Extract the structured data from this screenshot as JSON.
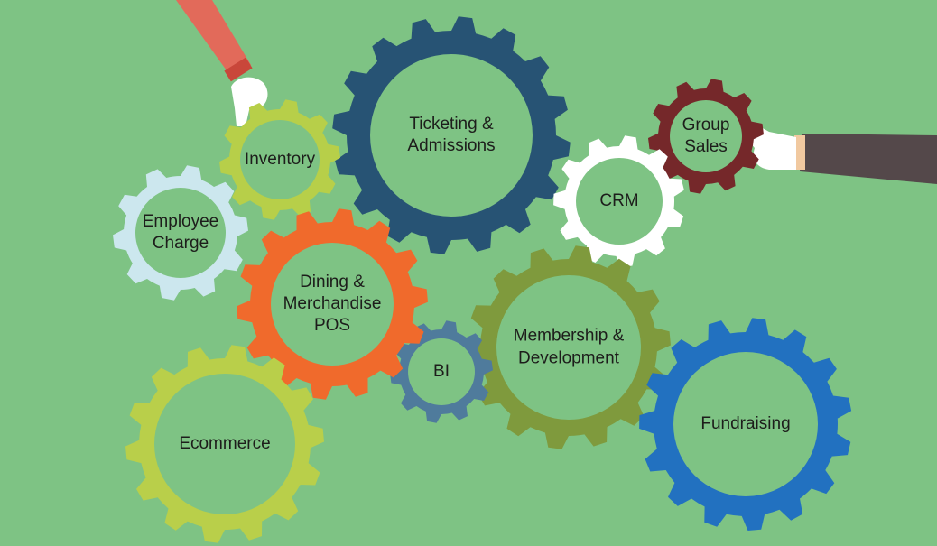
{
  "background": "#7ec384",
  "gears": [
    {
      "id": "ticketing",
      "lines": [
        "Ticketing &",
        "Admissions"
      ],
      "color": "#275374",
      "inner": "#7ec384"
    },
    {
      "id": "inventory",
      "lines": [
        "Inventory"
      ],
      "color": "#b7cf49",
      "inner": "#7ec384"
    },
    {
      "id": "employee-charge",
      "lines": [
        "Employee",
        "Charge"
      ],
      "color": "#cce7ee",
      "inner": "#7ec384"
    },
    {
      "id": "dining",
      "lines": [
        "Dining &",
        "Merchandise",
        "POS"
      ],
      "color": "#f06a2c",
      "inner": "#7ec384"
    },
    {
      "id": "bi",
      "lines": [
        "BI"
      ],
      "color": "#4f7b9c",
      "inner": "#7ec384"
    },
    {
      "id": "crm",
      "lines": [
        "CRM"
      ],
      "color": "#ffffff",
      "inner": "#7ec384"
    },
    {
      "id": "group-sales",
      "lines": [
        "Group",
        "Sales"
      ],
      "color": "#75282a",
      "inner": "#7ec384"
    },
    {
      "id": "membership",
      "lines": [
        "Membership &",
        "Development"
      ],
      "color": "#7f9a3d",
      "inner": "#7ec384"
    },
    {
      "id": "ecommerce",
      "lines": [
        "Ecommerce"
      ],
      "color": "#b9cf4a",
      "inner": "#7ec384"
    },
    {
      "id": "fundraising",
      "lines": [
        "Fundraising"
      ],
      "color": "#2271c0",
      "inner": "#7ec384"
    }
  ],
  "hands": {
    "left_sleeve": "#e26a5a",
    "right_sleeve": "#54484a",
    "glove": "#ffffff"
  }
}
